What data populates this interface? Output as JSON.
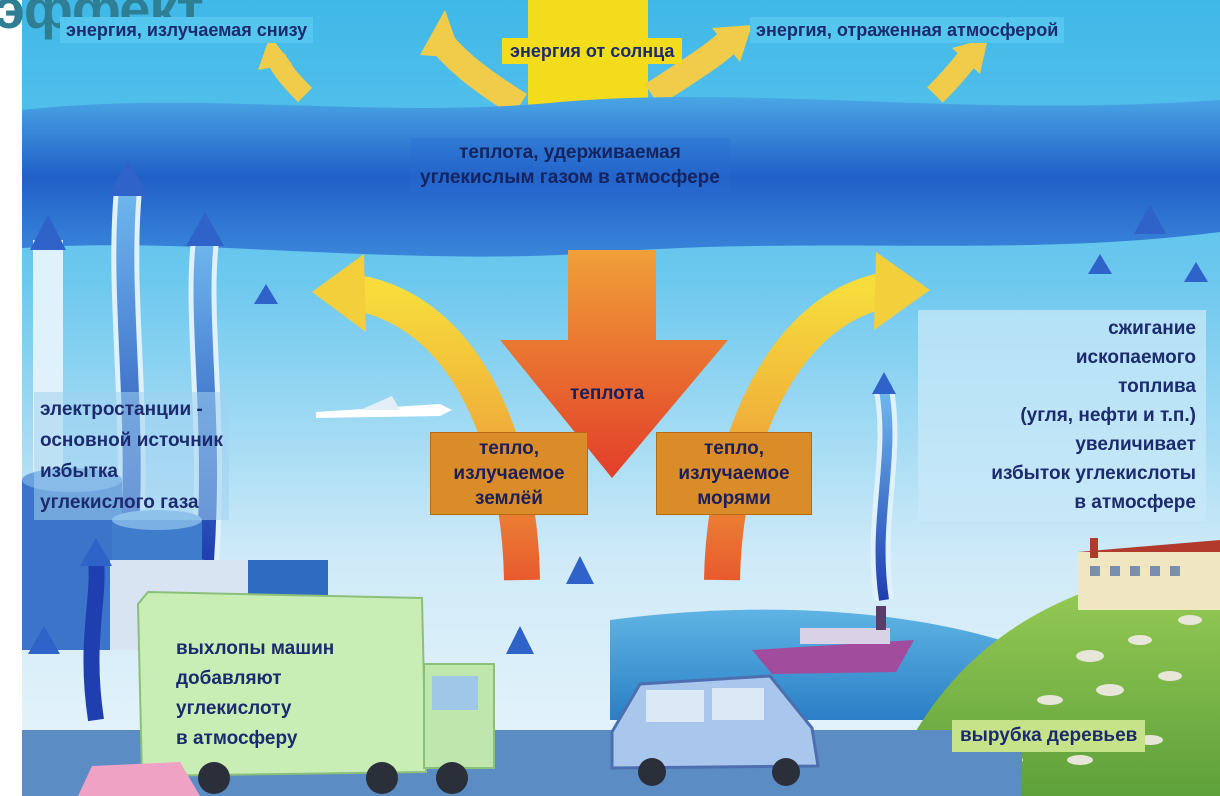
{
  "corner_text": "эффект",
  "labels": {
    "energy_below": "энергия, излучаемая снизу",
    "energy_sun": "энергия от солнца",
    "energy_reflected": "энергия, отраженная атмосферой",
    "trapped_heat": "теплота, удерживаемая\nуглекислым газом в атмосфере",
    "heat": "теплота",
    "heat_earth": "тепло,\nизлучаемое\nземлёй",
    "heat_seas": "тепло,\nизлучаемое\nморями",
    "power_plants": "электростанции -\nосновной источник\nизбытка\nуглекислого газа",
    "fossil_fuels": "сжигание\nископаемого\nтоплива\n(угля, нефти и т.п.)\nувеличивает\nизбыток углекислоты\nв атмосфере",
    "car_exhaust": "выхлопы машин\nдобавляют\nуглекислоту\nв атмосферу",
    "deforestation": "вырубка деревьев"
  },
  "colors": {
    "sky_top": "#3fb8e8",
    "sky_low": "#d6eef9",
    "atmosphere_band": "#2a6fd0",
    "sun_beam": "#f2dc1c",
    "heat_arrow": "#e8542a",
    "yellow_arrow": "#f0c838",
    "blue_arrow": "#2f63c9",
    "hill_green": "#7fbe46",
    "sea": "#3a9ad6"
  }
}
